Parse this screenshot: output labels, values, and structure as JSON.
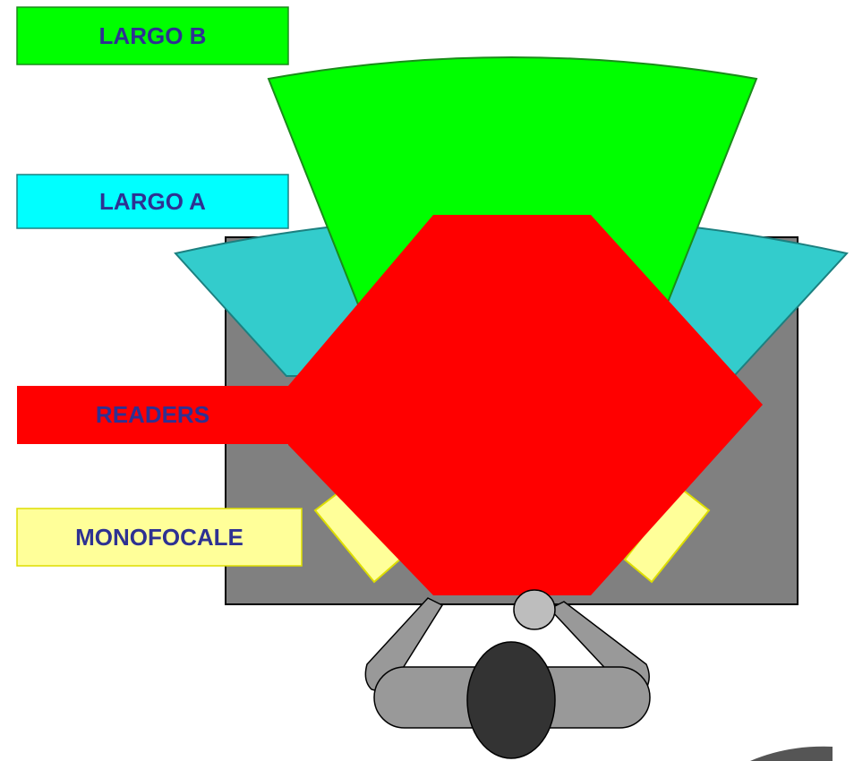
{
  "labels": {
    "largo_b": "LARGO B",
    "largo_a": "LARGO A",
    "readers": "READERS",
    "monofocale": "MONOFOCALE"
  },
  "colors": {
    "largo_b": "#00ff00",
    "largo_a": "#33cccc",
    "largo_a_label": "#00ffff",
    "readers": "#ff0000",
    "monofocale": "#ffff99",
    "desk": "#808080",
    "person_body": "#999999",
    "person_head": "#333333",
    "text": "#2e3192"
  }
}
